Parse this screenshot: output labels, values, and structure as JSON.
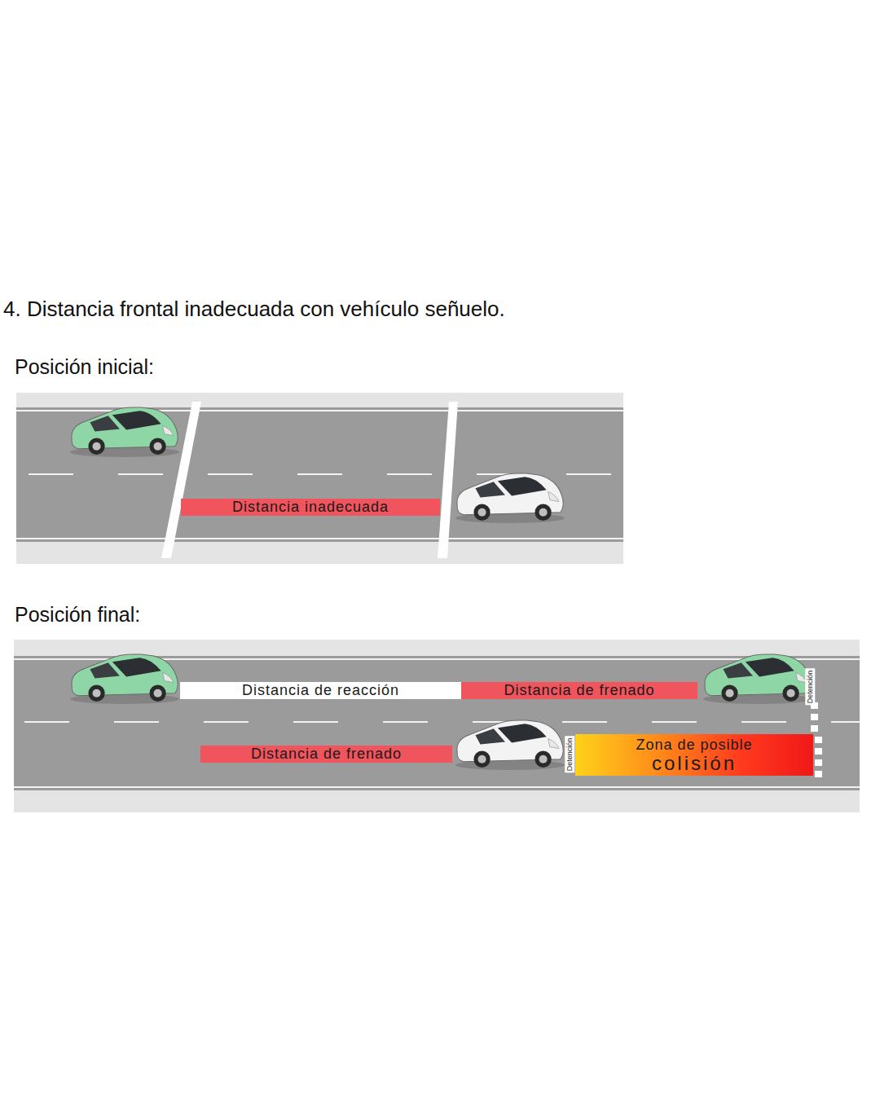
{
  "diagram": {
    "title": "4. Distancia frontal inadecuada con vehículo señuelo.",
    "nodes": [
      {
        "text": [
          "Distancia inadecuada"
        ]
      },
      {
        "text": [
          "Distancia de reacción"
        ]
      },
      {
        "text": [
          "Distancia de frenado"
        ]
      },
      {
        "text": [
          "Distancia de frenado"
        ]
      },
      {
        "text": [
          "Zona de posible",
          "colisión"
        ]
      }
    ],
    "labels": [
      "Posición inicial:",
      "Posición final:",
      "Detención",
      "Detención"
    ]
  }
}
